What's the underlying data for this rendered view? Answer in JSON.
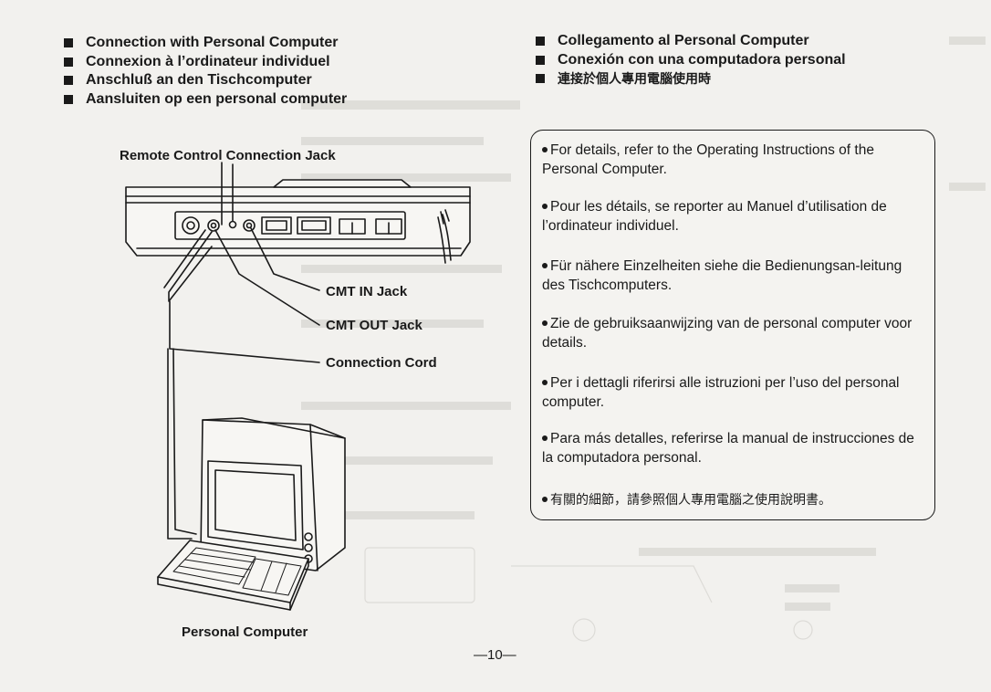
{
  "left_headings": [
    "Connection with Personal Computer",
    "Connexion à l’ordinateur individuel",
    "Anschluß an den Tischcomputer",
    "Aansluiten op een personal computer"
  ],
  "right_headings": [
    "Collegamento al Personal Computer",
    "Conexión con una computadora personal",
    "連接於個人專用電腦使用時"
  ],
  "diagram_labels": {
    "remote_jack": "Remote Control Connection Jack",
    "cmt_in": "CMT IN Jack",
    "cmt_out": "CMT OUT Jack",
    "cord": "Connection Cord",
    "computer": "Personal Computer"
  },
  "notes": [
    "For details, refer to the Operating Instructions of the Personal Computer.",
    "Pour les détails, se reporter au Manuel d’utilisation de l’ordinateur individuel.",
    "Für nähere Einzelheiten siehe die Bedienungsan-leitung des Tischcomputers.",
    "Zie de gebruiksaanwijzing van de personal computer voor details.",
    "Per i dettagli riferirsi alle istruzioni per l’uso del personal computer.",
    "Para más detalles, referirse la manual de instrucciones de la computadora personal.",
    "有關的細節，請參照個人專用電腦之使用說明書。"
  ],
  "page_number": "—10—"
}
